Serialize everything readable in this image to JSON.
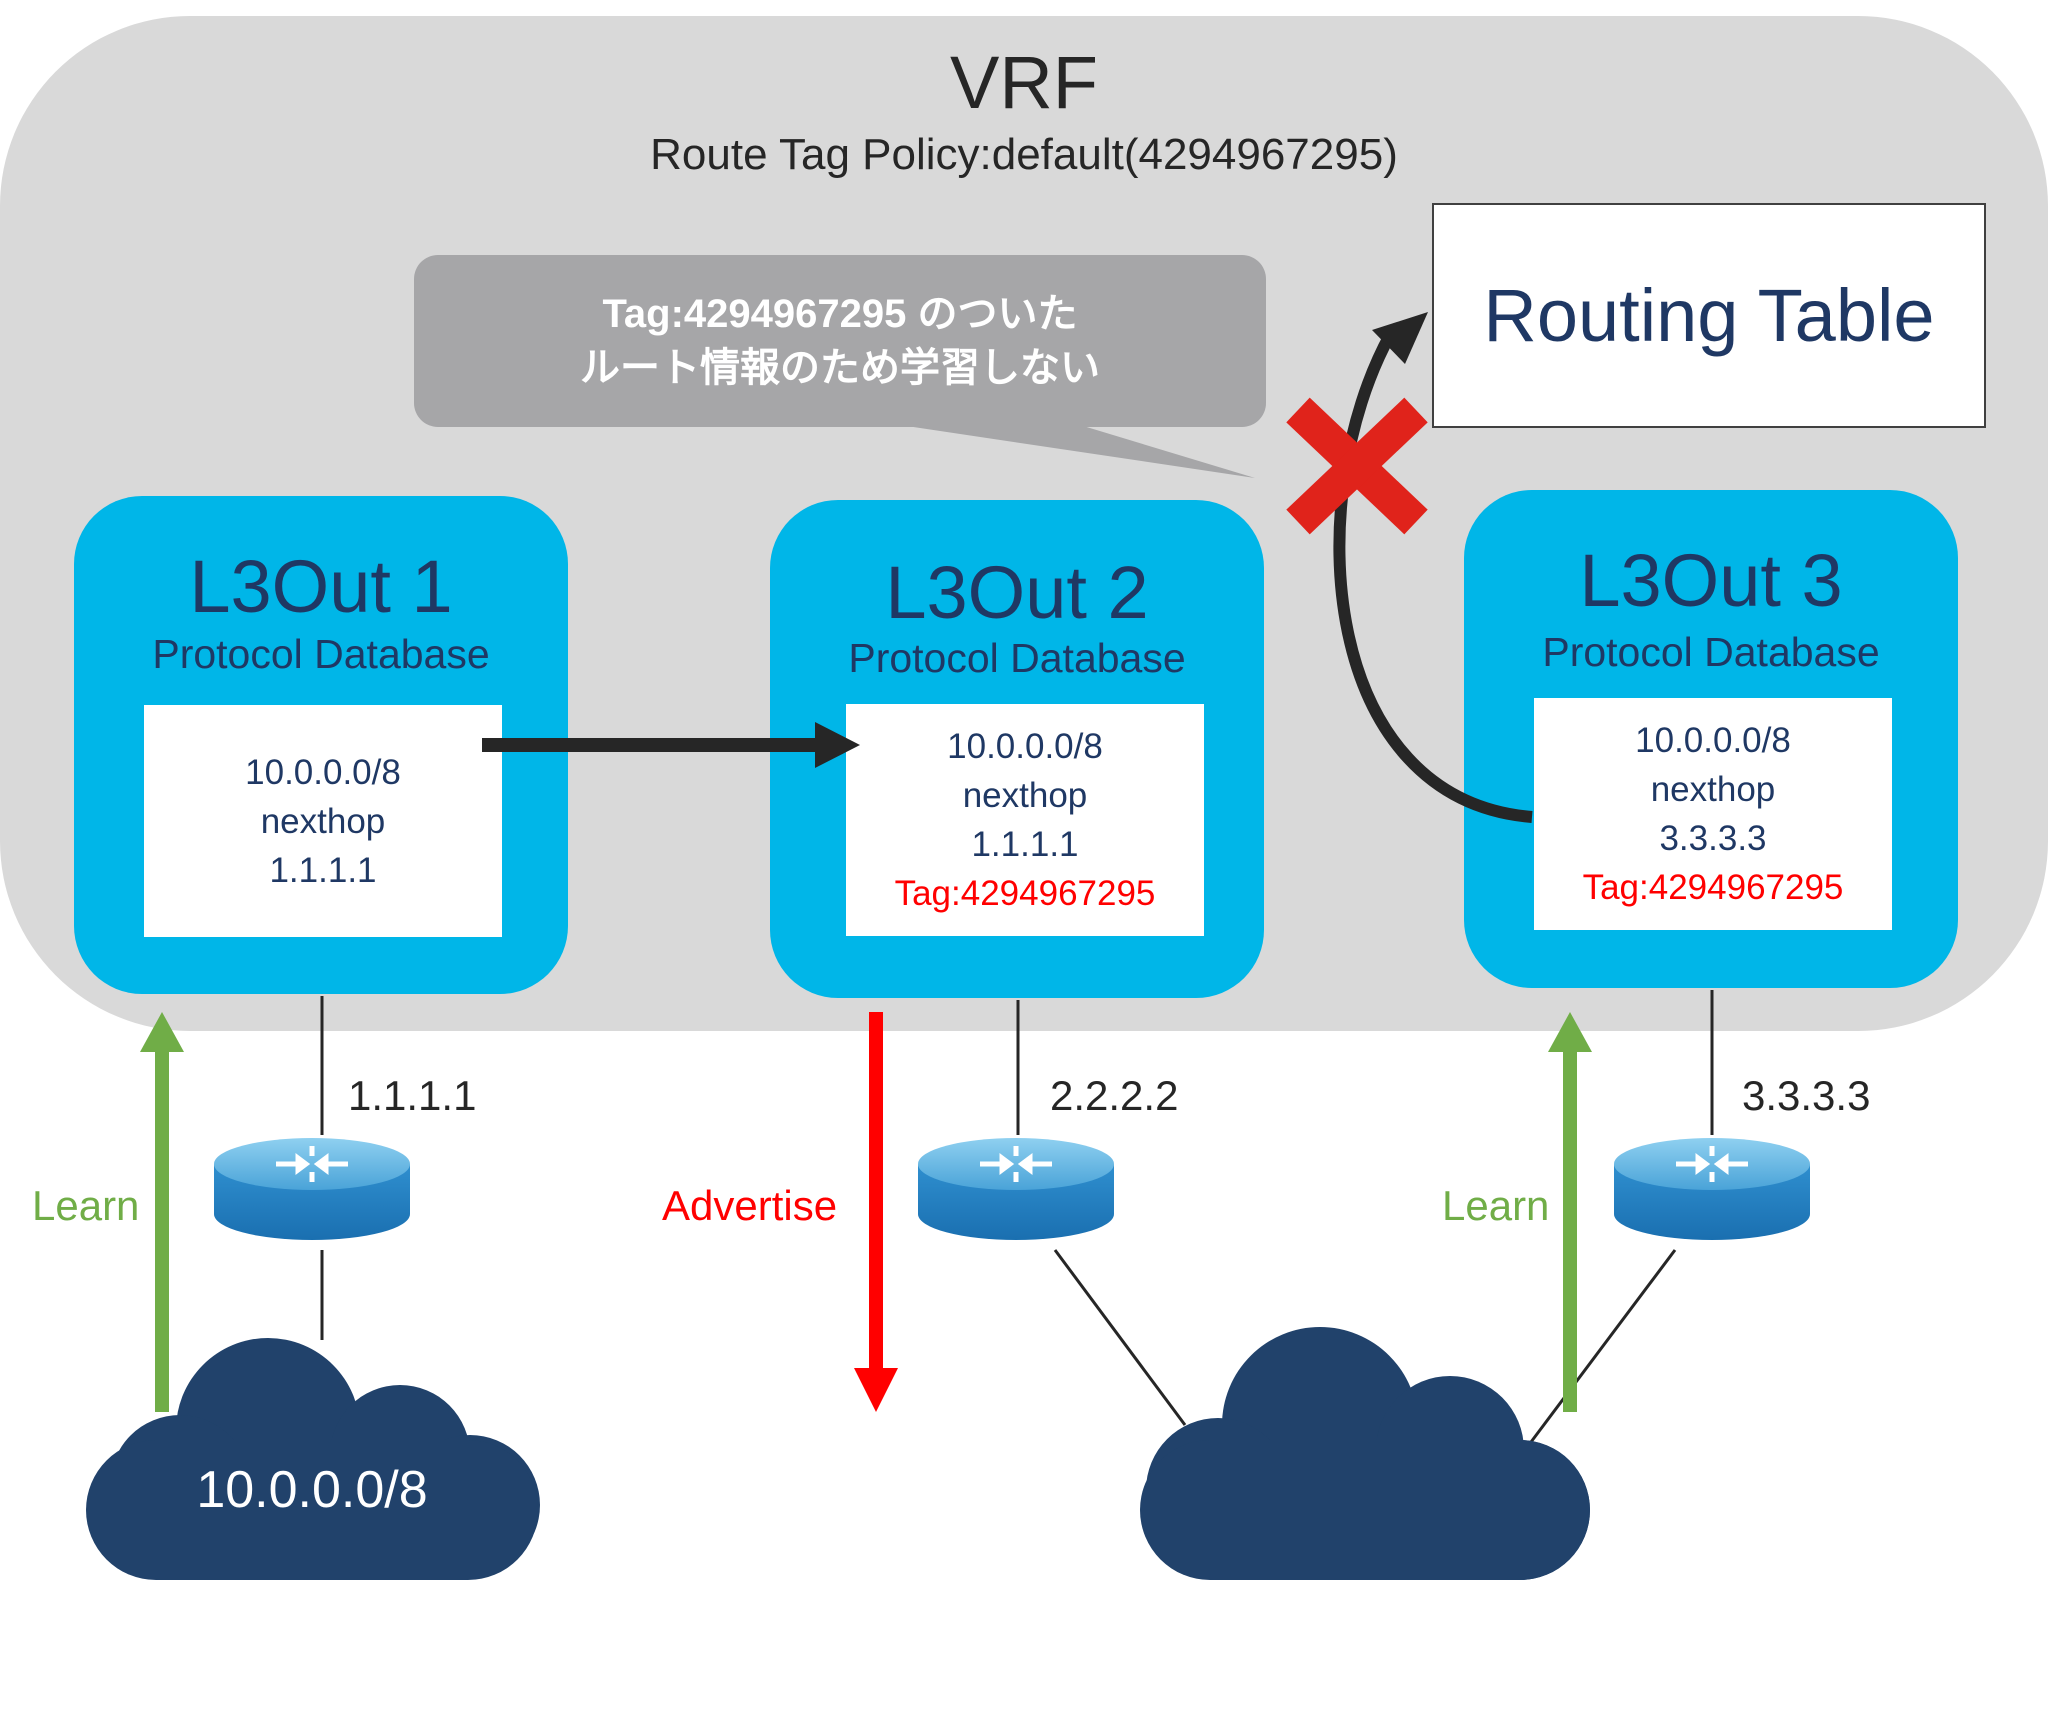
{
  "vrf": {
    "title": "VRF",
    "subtitle": "Route Tag Policy:default(4294967295)"
  },
  "callout": {
    "line1": "Tag:4294967295 のついた",
    "line2": "ルート情報のため学習しない"
  },
  "routing_table": {
    "label": "Routing Table"
  },
  "l3outs": [
    {
      "title": "L3Out 1",
      "subtitle": "Protocol Database",
      "route": "10.0.0.0/8",
      "nexthop_label": "nexthop",
      "nexthop": "1.1.1.1",
      "tag": ""
    },
    {
      "title": "L3Out 2",
      "subtitle": "Protocol Database",
      "route": "10.0.0.0/8",
      "nexthop_label": "nexthop",
      "nexthop": "1.1.1.1",
      "tag": "Tag:4294967295"
    },
    {
      "title": "L3Out 3",
      "subtitle": "Protocol Database",
      "route": "10.0.0.0/8",
      "nexthop_label": "nexthop",
      "nexthop": "3.3.3.3",
      "tag": "Tag:4294967295"
    }
  ],
  "routers": [
    {
      "ip": "1.1.1.1"
    },
    {
      "ip": "2.2.2.2"
    },
    {
      "ip": "3.3.3.3"
    }
  ],
  "arrows": {
    "learn1": "Learn",
    "advertise": "Advertise",
    "learn3": "Learn"
  },
  "clouds": [
    {
      "label": "10.0.0.0/8"
    },
    {
      "label": ""
    }
  ],
  "colors": {
    "vrf_bg": "#d9d9d9",
    "l3out": "#00b6e8",
    "navy": "#1f3864",
    "learn": "#70ad47",
    "advertise": "#ff0000",
    "reject": "#e0231b",
    "callout": "#a6a6a8"
  },
  "icons": [
    "router-icon",
    "cloud-icon",
    "reject-x-icon"
  ]
}
